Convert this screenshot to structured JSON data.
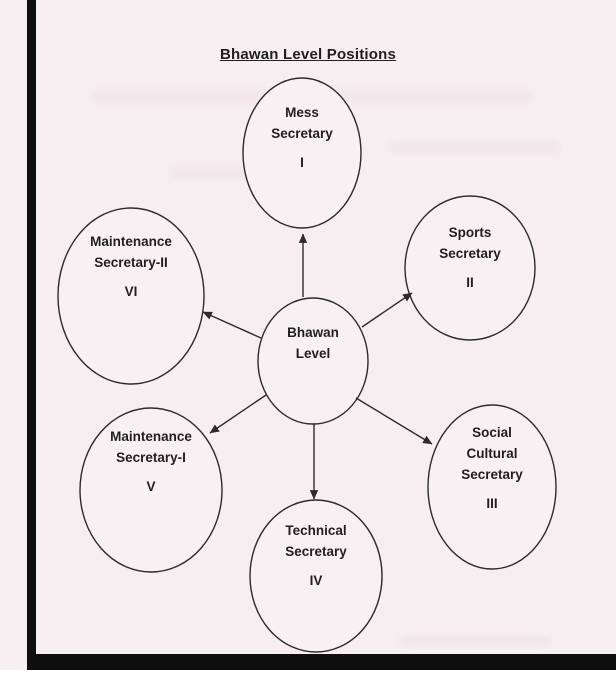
{
  "page": {
    "title": "Bhawan Level Positions"
  },
  "colors": {
    "paper": "#f6eef0",
    "ink": "#1f1f1f",
    "scan_border": "#0e0e0e",
    "ellipse_fill": "#f8f1f3"
  },
  "diagram": {
    "type": "radial-org-chart",
    "center": {
      "lines": [
        "Bhawan",
        "Level"
      ]
    },
    "nodes": {
      "mess": {
        "lines": [
          "Mess",
          "Secretary"
        ],
        "numeral": "I"
      },
      "sports": {
        "lines": [
          "Sports",
          "Secretary"
        ],
        "numeral": "II"
      },
      "social": {
        "lines": [
          "Social",
          "Cultural",
          "Secretary"
        ],
        "numeral": "III"
      },
      "technical": {
        "lines": [
          "Technical",
          "Secretary"
        ],
        "numeral": "IV"
      },
      "maintenance1": {
        "lines": [
          "Maintenance",
          "Secretary-I"
        ],
        "numeral": "V"
      },
      "maintenance2": {
        "lines": [
          "Maintenance",
          "Secretary-II"
        ],
        "numeral": "VI"
      }
    }
  }
}
